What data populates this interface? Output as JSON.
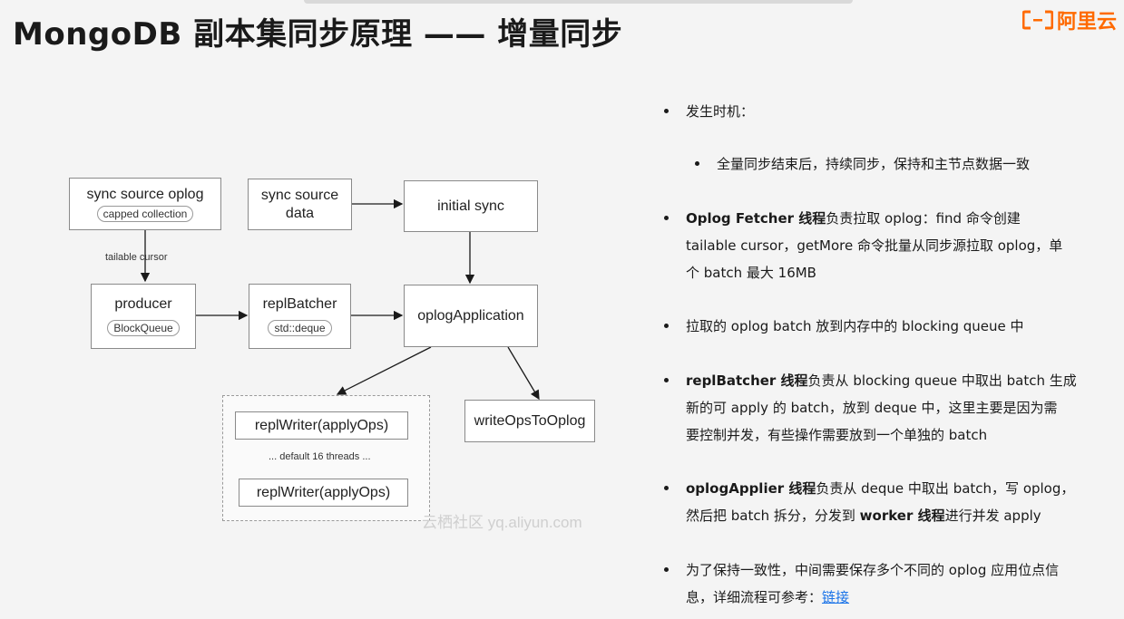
{
  "slide": {
    "title": "MongoDB 副本集同步原理 —— 增量同步",
    "logo_text": "阿里云"
  },
  "diagram": {
    "nodes": {
      "sync_source_oplog": "sync source oplog",
      "capped_collection": "capped collection",
      "sync_source_data_1": "sync source",
      "sync_source_data_2": "data",
      "initial_sync": "initial sync",
      "producer": "producer",
      "block_queue": "BlockQueue",
      "repl_batcher": "replBatcher",
      "std_deque": "std::deque",
      "oplog_application": "oplogApplication",
      "repl_writer_top": "replWriter(applyOps)",
      "repl_writer_bottom": "replWriter(applyOps)",
      "write_ops_to_oplog": "writeOpsToOplog"
    },
    "edge_labels": {
      "tailable_cursor": "tailable cursor",
      "default_threads": "... default 16 threads ..."
    },
    "watermark": "云栖社区 yq.aliyun.com"
  },
  "bullets": {
    "b1": "发生时机：",
    "b1_sub": "全量同步结束后，持续同步，保持和主节点数据一致",
    "b2_bold": "Oplog Fetcher 线程",
    "b2_l1": "负责拉取 oplog：find 命令创建",
    "b2_l2": "tailable cursor，getMore 命令批量从同步源拉取 oplog，单",
    "b2_l3": "个 batch 最大 16MB",
    "b3": "拉取的 oplog batch 放到内存中的 blocking queue 中",
    "b4_bold": "replBatcher 线程",
    "b4_l1": "负责从 blocking queue 中取出 batch 生成",
    "b4_l2": "新的可 apply 的 batch，放到 deque 中，这里主要是因为需",
    "b4_l3": "要控制并发，有些操作需要放到一个单独的 batch",
    "b5_bold": "oplogApplier 线程",
    "b5_l1": "负责从 deque 中取出 batch，写 oplog，",
    "b5_l2": "然后把 batch 拆分，分发到 ",
    "b5_bold2": "worker 线程",
    "b5_l3": "进行并发 apply",
    "b6_l1": "为了保持一致性，中间需要保存多个不同的 oplog 应用位点信",
    "b6_l2": "息，详细流程可参考：",
    "b6_link": "链接"
  },
  "colors": {
    "logo": "#ff6a00",
    "link": "#1a73e8"
  }
}
